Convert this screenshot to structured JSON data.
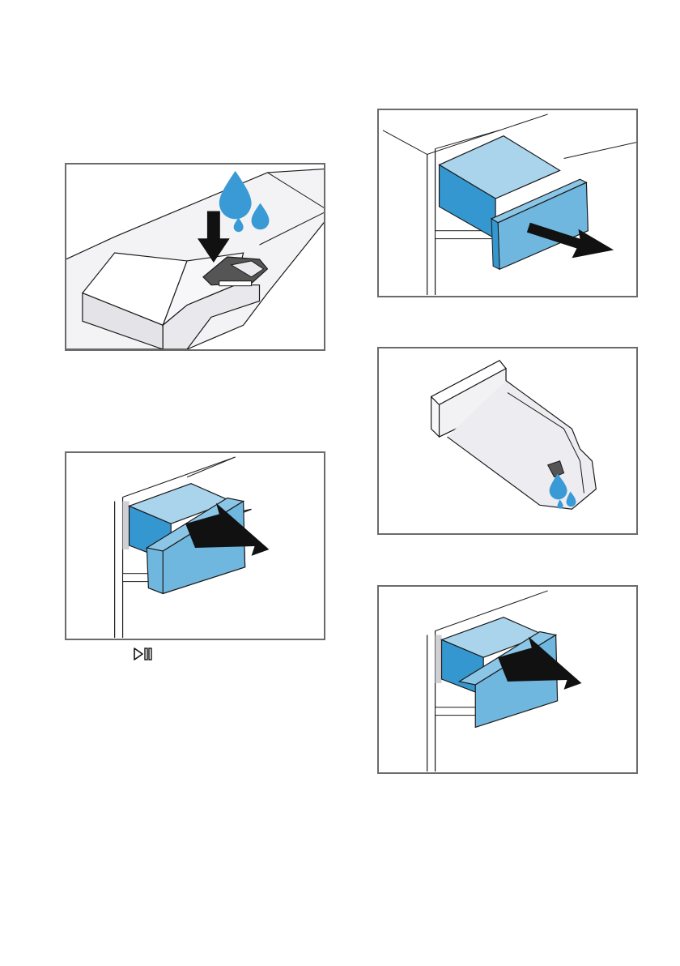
{
  "page": {
    "background": "#ffffff",
    "frame_color": "#6b6b6b"
  },
  "colors": {
    "drawer_top": "#a9d4ec",
    "drawer_front": "#6fb7de",
    "drawer_side": "#3597cf",
    "water": "#3a9ad6",
    "arrow": "#111111",
    "appliance": "#ebebef"
  },
  "illustrations": [
    {
      "name": "fill-water-into-compartment",
      "icons": [
        "water-drop-icon",
        "arrow-down-icon"
      ]
    },
    {
      "name": "pull-out-drawer",
      "icons": [
        "arrow-right-down-icon"
      ]
    },
    {
      "name": "drain-drawer",
      "icons": [
        "water-drop-icon"
      ]
    },
    {
      "name": "push-in-drawer-left",
      "icons": [
        "arrow-left-up-icon"
      ]
    },
    {
      "name": "push-in-drawer-right",
      "icons": [
        "arrow-left-up-icon"
      ]
    }
  ],
  "start_pause_icon": "start-pause-icon"
}
